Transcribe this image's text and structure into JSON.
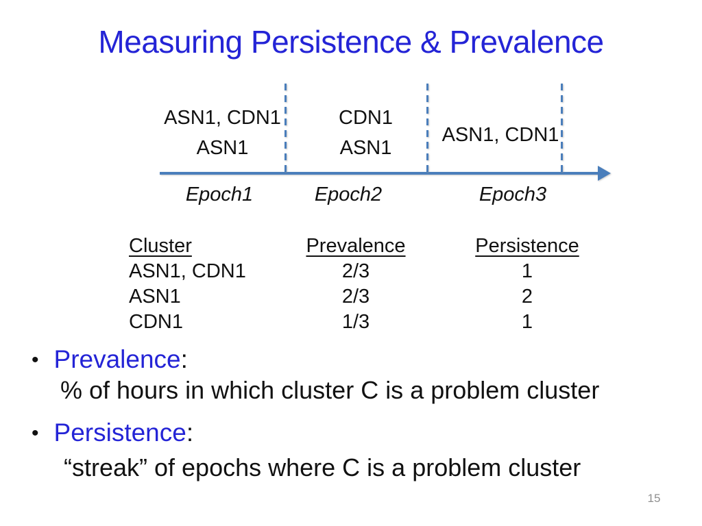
{
  "slide": {
    "title": "Measuring Persistence & Prevalence",
    "page_number": "15",
    "bullet_char": "•"
  },
  "colors": {
    "title_blue": "#2424d6",
    "keyword_blue": "#2424d6",
    "timeline_blue": "#4a7ebb",
    "text_black": "#111111",
    "page_number_gray": "#8f8f8f"
  },
  "timeline": {
    "epochs": [
      {
        "label": "Epoch1",
        "clusters": [
          "ASN1, CDN1",
          "ASN1"
        ]
      },
      {
        "label": "Epoch2",
        "clusters": [
          "CDN1",
          "ASN1"
        ]
      },
      {
        "label": "Epoch3",
        "clusters": [
          "ASN1, CDN1"
        ]
      }
    ]
  },
  "table": {
    "headers": [
      "Cluster",
      "Prevalence",
      "Persistence"
    ],
    "rows": [
      [
        "ASN1, CDN1",
        "2/3",
        "1"
      ],
      [
        "ASN1",
        "2/3",
        "2"
      ],
      [
        "CDN1",
        "1/3",
        "1"
      ]
    ]
  },
  "bullets": [
    {
      "term": "Prevalence",
      "colon": ":",
      "definition": "% of hours in which cluster C is a problem cluster"
    },
    {
      "term": "Persistence",
      "colon": ":",
      "definition": "“streak” of epochs where C is a problem cluster"
    }
  ]
}
